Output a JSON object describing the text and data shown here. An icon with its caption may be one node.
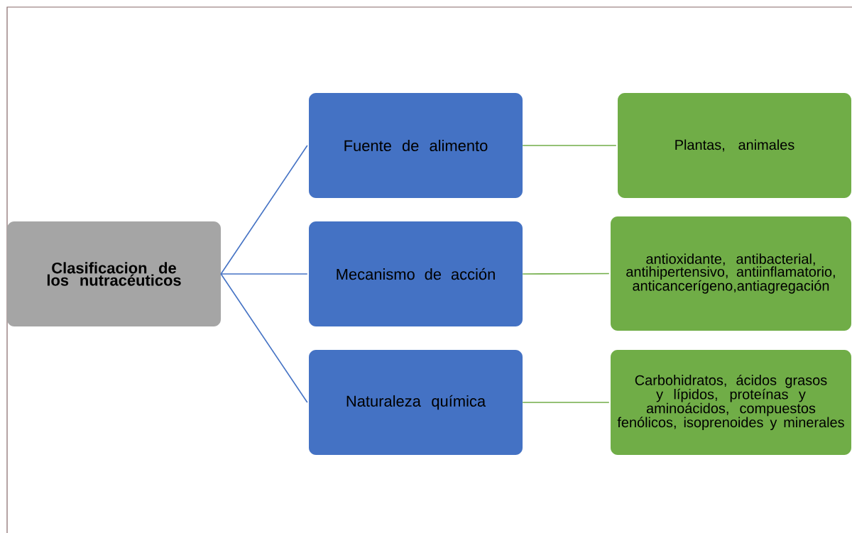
{
  "diagram": {
    "nodes": [
      {
        "text": [
          "Clasificacion de los nutracéuticos"
        ]
      },
      {
        "text": [
          "Fuente de alimento"
        ]
      },
      {
        "text": [
          "Mecanismo de acción"
        ]
      },
      {
        "text": [
          "Naturaleza química"
        ]
      },
      {
        "text": [
          "Plantas, animales"
        ]
      },
      {
        "text": [
          "antioxidante, antibacterial, antihipertensivo, antiinflamatorio, anticancerígeno,antiagregación"
        ]
      },
      {
        "text": [
          "Carbohidratos, ácidos grasos y lípidos, proteínas y aminoácidos, compuestos fenólicos, isoprenoides y minerales"
        ]
      }
    ],
    "edges": [
      {
        "from": 0,
        "to": 1,
        "arrow": "none"
      },
      {
        "from": 0,
        "to": 2,
        "arrow": "none"
      },
      {
        "from": 0,
        "to": 3,
        "arrow": "none"
      },
      {
        "from": 1,
        "to": 4,
        "arrow": "none",
        "color": "#70ad47"
      },
      {
        "from": 2,
        "to": 5,
        "arrow": "none",
        "color": "#70ad47"
      },
      {
        "from": 3,
        "to": 6,
        "arrow": "none",
        "color": "#70ad47"
      }
    ]
  }
}
